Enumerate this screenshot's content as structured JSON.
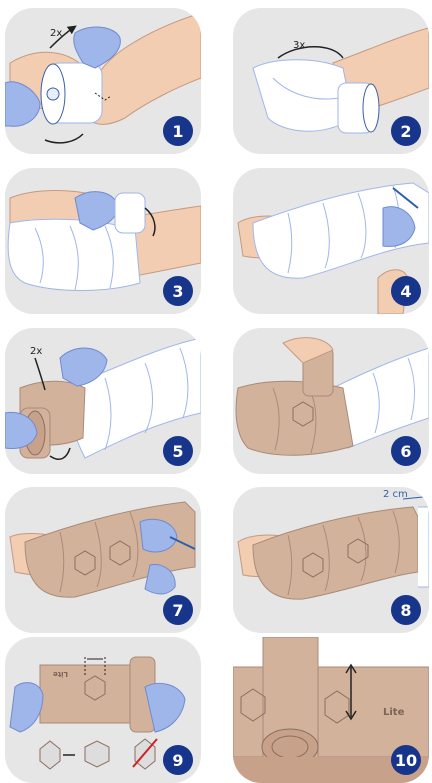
{
  "steps": [
    {
      "number": "1",
      "note": "2x"
    },
    {
      "number": "2",
      "note": "3x"
    },
    {
      "number": "3"
    },
    {
      "number": "4"
    },
    {
      "number": "5",
      "note": "2x"
    },
    {
      "number": "6"
    },
    {
      "number": "7"
    },
    {
      "number": "8",
      "note": "2 cm"
    },
    {
      "number": "9",
      "label": "Lite"
    },
    {
      "number": "10",
      "label": "Lite"
    }
  ],
  "colors": {
    "panel_bg": "#e6e6e6",
    "badge": "#17358a",
    "skin": "#f3cdb2",
    "glove": "#9fb6ea",
    "white_bandage": "#ffffff",
    "tan_bandage": "#d3b29b",
    "arrow_blue": "#2f5fa8"
  }
}
